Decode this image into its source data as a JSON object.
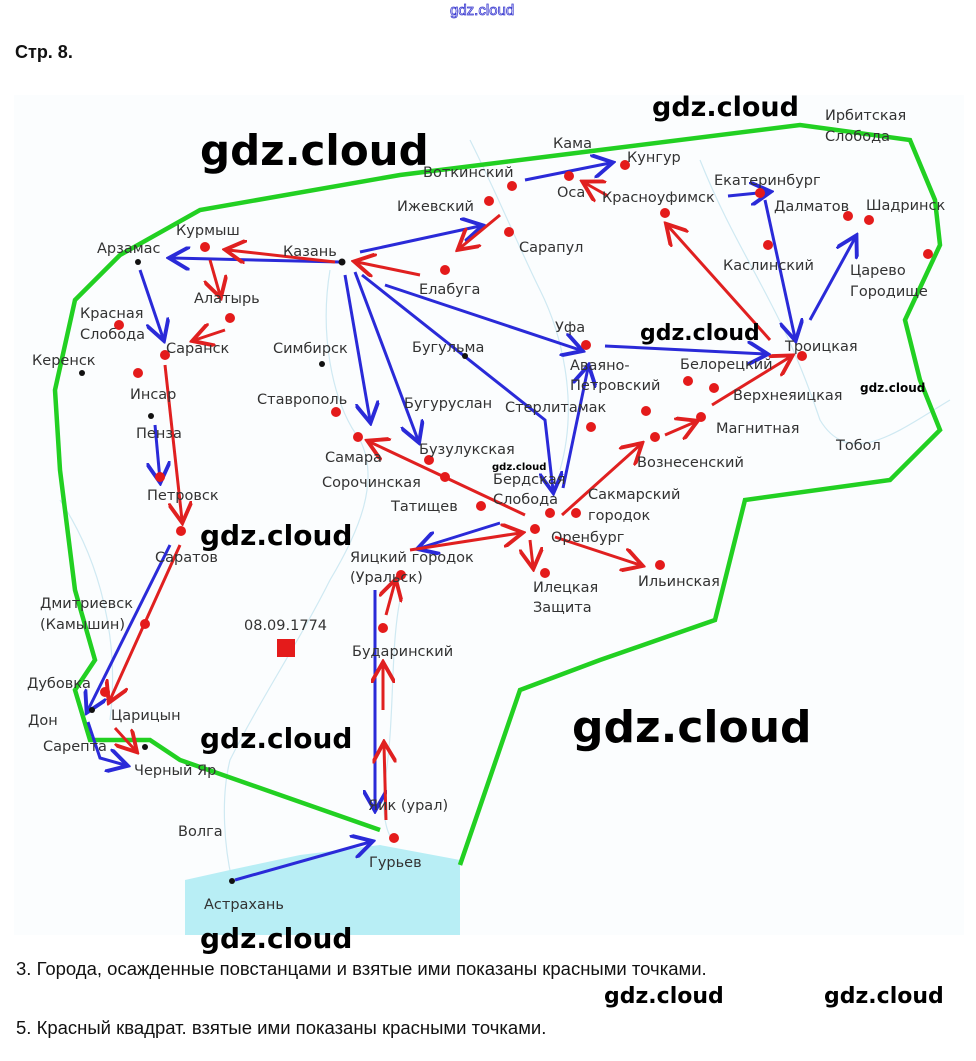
{
  "watermark": "gdz.cloud",
  "page_ref": "Стр. 8.",
  "map": {
    "date_label": "08.09.1774",
    "labels": [
      "Ирбитская",
      "Слобода",
      "Кама",
      "Кунгур",
      "Воткинский",
      "Екатеринбург",
      "Оса",
      "Красноуфимск",
      "Ижевский",
      "Далматов",
      "Шадринск",
      "Сарапул",
      "Курмыш",
      "Казань",
      "Арзамас",
      "Каслинский",
      "Царево",
      "Городище",
      "Елабуга",
      "Алатырь",
      "Красная",
      "Слобода",
      "Уфа",
      "Саранск",
      "Симбирск",
      "Бугульма",
      "Троицкая",
      "Керенск",
      "Аваяно-",
      "Петровский",
      "Белорецкий",
      "Инсар",
      "Ставрополь",
      "Бугуруслан",
      "Стерлитамак",
      "Верхнеяицкая",
      "Пенза",
      "Магнитная",
      "Самара",
      "Бузулукская",
      "Вознесенский",
      "Тобол",
      "Сорочинская",
      "Бердская",
      "Слобода",
      "Татищев",
      "Сакмарский",
      "городок",
      "Петровск",
      "Оренбург",
      "Саратов",
      "Яицкий городок",
      "(Уральск)",
      "Илецкая",
      "Защита",
      "Ильинская",
      "Дмитриевск",
      "(Камышин)",
      "Бударинский",
      "Дубовка",
      "Царицын",
      "Дон",
      "Сарепта",
      "Черный Яр",
      "Волга",
      "Яик (урал)",
      "Гурьев",
      "Астрахань"
    ],
    "colors": {
      "boundary": "#22d022",
      "rebel_route": "#e02020",
      "army_route": "#2a2ad8",
      "sea": "#b8eef5"
    }
  },
  "notes": [
    "3. Города, осажденные повстанцами и взятые ими показаны красными точками.",
    "5. Красный квадрат. взятые ими показаны красными точками."
  ]
}
